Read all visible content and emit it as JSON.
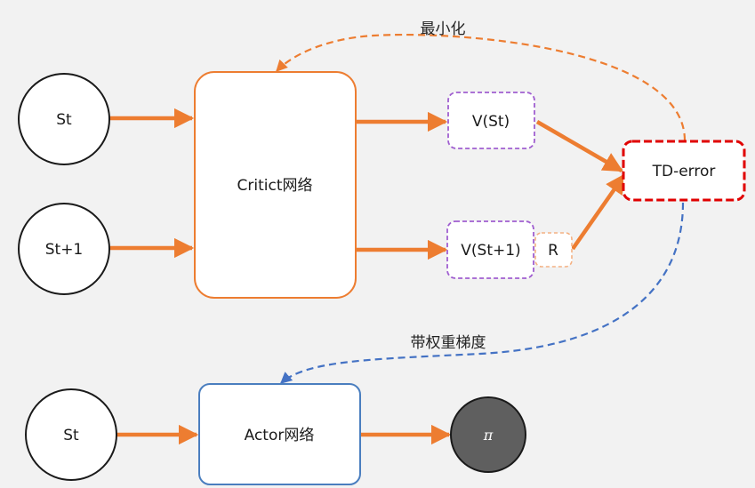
{
  "nodes": {
    "critic_state_t": "St",
    "critic_state_t1": "St+1",
    "critic_network": "Critict网络",
    "value_st": "V(St)",
    "value_st1": "V(St+1)",
    "reward": "R",
    "td_error": "TD-error",
    "actor_state": "St",
    "actor_network": "Actor网络",
    "policy": "π"
  },
  "edge_labels": {
    "minimize": "最小化",
    "weighted_gradient": "带权重梯度"
  },
  "colors": {
    "arrow": "#ed7d31",
    "critic_border": "#ed7d31",
    "value_border": "#a05fd0",
    "reward_border": "#f4b183",
    "td_border": "#e00000",
    "actor_border": "#4a7ebf",
    "feedback_blue": "#4472c4",
    "policy_fill": "#5f5f5f",
    "background": "#f2f2f2"
  }
}
